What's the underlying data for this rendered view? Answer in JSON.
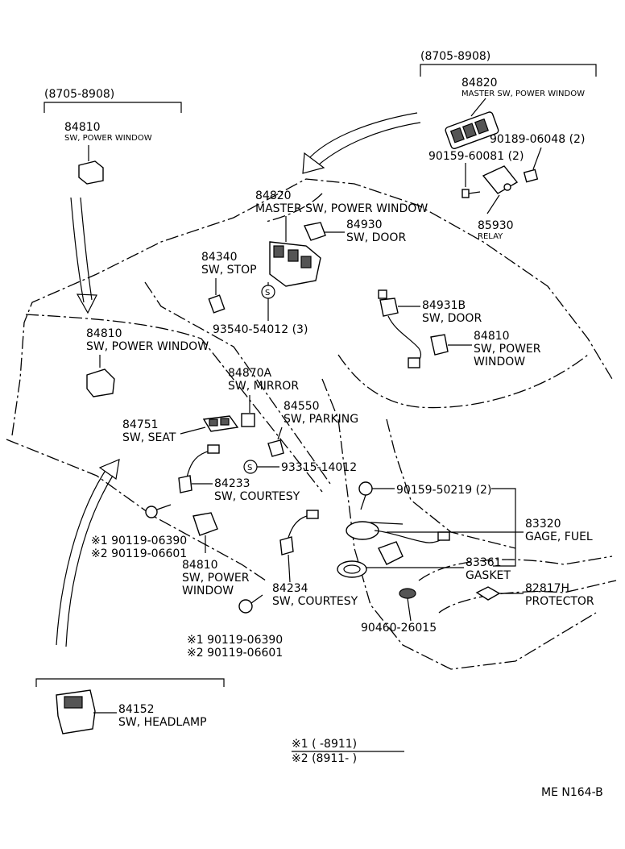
{
  "diagram": {
    "ranges": {
      "top_right": "(8705-8908)",
      "top_left": "(8705-8908)"
    },
    "parts": {
      "master_sw_top": {
        "number": "84820",
        "name": "MASTER SW, POWER WINDOW"
      },
      "sw_pw_topleft": {
        "number": "84810",
        "name": "SW, POWER WINDOW"
      },
      "screw_a": {
        "number": "90189-06048 (2)"
      },
      "screw_b": {
        "number": "90159-60081 (2)"
      },
      "relay": {
        "number": "85930",
        "name": "RELAY"
      },
      "master_sw_main": {
        "number": "84820",
        "name": "MASTER SW, POWER WINDOW"
      },
      "sw_door_a": {
        "number": "84930",
        "name": "SW, DOOR"
      },
      "sw_stop": {
        "number": "84340",
        "name": "SW, STOP"
      },
      "screw_c": {
        "number": "93540-54012 (3)"
      },
      "sw_door_b": {
        "number": "84931B",
        "name": "SW, DOOR"
      },
      "sw_pw_right": {
        "number": "84810",
        "name_line1": "SW, POWER",
        "name_line2": "WINDOW"
      },
      "sw_pw_left": {
        "number": "84810",
        "name": "SW, POWER WINDOW"
      },
      "sw_mirror": {
        "number": "84870A",
        "name": "SW, MIRROR"
      },
      "sw_parking": {
        "number": "84550",
        "name": "SW, PARKING"
      },
      "sw_seat": {
        "number": "84751",
        "name": "SW, SEAT"
      },
      "screw_d": {
        "number": "93315-14012"
      },
      "sw_courtesy_a": {
        "number": "84233",
        "name": "SW, COURTESY"
      },
      "screw_e": {
        "number": "90159-50219 (2)"
      },
      "bolt_a1": {
        "text": "※1 90119-06390"
      },
      "bolt_a2": {
        "text": "※2 90119-06601"
      },
      "gage_fuel": {
        "number": "83320",
        "name": "GAGE, FUEL"
      },
      "sw_pw_lower": {
        "number": "84810",
        "name_line1": "SW, POWER",
        "name_line2": "WINDOW"
      },
      "gasket": {
        "number": "83361",
        "name": "GASKET"
      },
      "sw_courtesy_b": {
        "number": "84234",
        "name": "SW, COURTESY"
      },
      "protector": {
        "number": "82817H",
        "name": "PROTECTOR"
      },
      "plug": {
        "number": "90460-26015"
      },
      "bolt_b1": {
        "text": "※1 90119-06390"
      },
      "bolt_b2": {
        "text": "※2 90119-06601"
      },
      "sw_headlamp": {
        "number": "84152",
        "name": "SW, HEADLAMP"
      }
    },
    "footnotes": {
      "note1": "※1 (      -8911)",
      "note2": "※2 (8911-      )"
    },
    "screw_mark": "S",
    "code": "ME N164-B"
  }
}
